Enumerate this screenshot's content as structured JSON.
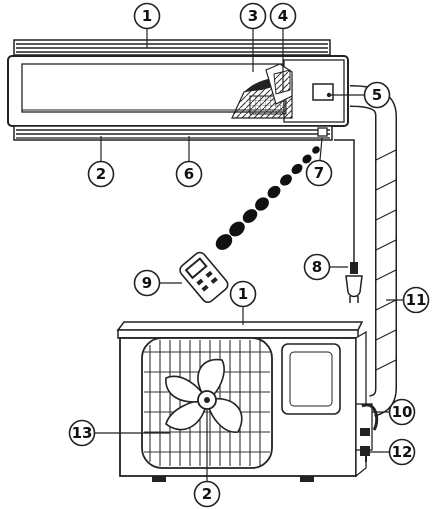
{
  "callouts": [
    {
      "id": "c1-top",
      "label": "1"
    },
    {
      "id": "c2-left",
      "label": "2"
    },
    {
      "id": "c3",
      "label": "3"
    },
    {
      "id": "c4",
      "label": "4"
    },
    {
      "id": "c5",
      "label": "5"
    },
    {
      "id": "c6",
      "label": "6"
    },
    {
      "id": "c7",
      "label": "7"
    },
    {
      "id": "c8",
      "label": "8"
    },
    {
      "id": "c9",
      "label": "9"
    },
    {
      "id": "c1-outdoor",
      "label": "1"
    },
    {
      "id": "c11",
      "label": "11"
    },
    {
      "id": "c10",
      "label": "10"
    },
    {
      "id": "c13",
      "label": "13"
    },
    {
      "id": "c12",
      "label": "12"
    },
    {
      "id": "c2-bottom",
      "label": "2"
    }
  ],
  "colors": {
    "line": "#1a1a1a",
    "body": "#ffffff",
    "dark": "#222222",
    "grille": "#444444"
  },
  "icons": {
    "indoor_unit": "split-ac-indoor-unit",
    "outdoor_unit": "ac-outdoor-condenser",
    "remote": "remote-control-icon",
    "plug": "power-plug-icon"
  }
}
